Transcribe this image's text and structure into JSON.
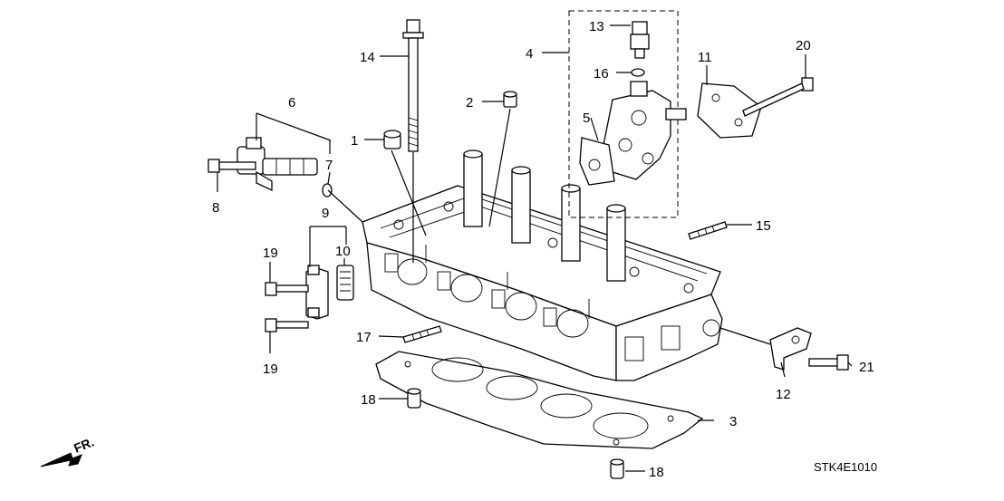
{
  "diagram": {
    "labels": [
      "1",
      "2",
      "3",
      "4",
      "5",
      "6",
      "7",
      "8",
      "9",
      "10",
      "11",
      "12",
      "13",
      "14",
      "15",
      "16",
      "17",
      "18",
      "18",
      "19",
      "19",
      "20",
      "21"
    ],
    "code": "STK4E1010",
    "front_marker": "FR."
  }
}
